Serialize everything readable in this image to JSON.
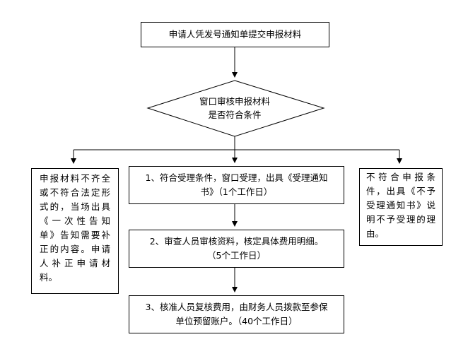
{
  "colors": {
    "stroke": "#000000",
    "fill": "#ffffff",
    "text": "#000000"
  },
  "start": {
    "text": "申请人凭发号通知单提交申报材料"
  },
  "decision": {
    "line1": "窗口审核申报材料",
    "line2": "是否符合条件"
  },
  "left_box": {
    "lines": [
      "申报材料不齐全",
      "或不符合法定形",
      "式的，当场出具",
      "《一次性告知",
      "单》告知需要补",
      "正的内容。申请",
      "人补正申请材",
      "料。"
    ]
  },
  "right_box": {
    "lines": [
      "不符合申报条",
      "件，出具《不予",
      "受理通知书》说",
      "明不予受理的理",
      "由。"
    ]
  },
  "step1": {
    "line1": "1、符合受理条件，窗口受理，出具《受理通知",
    "line2": "书》（1个工作日）"
  },
  "step2": {
    "line1": "2、审查人员审核资料，核定具体费用明细。",
    "line2": "（5个工作日）"
  },
  "step3": {
    "line1": "3、核准人员复核费用，由财务人员拨款至参保",
    "line2": "单位预留账户。（40个工作日）"
  }
}
